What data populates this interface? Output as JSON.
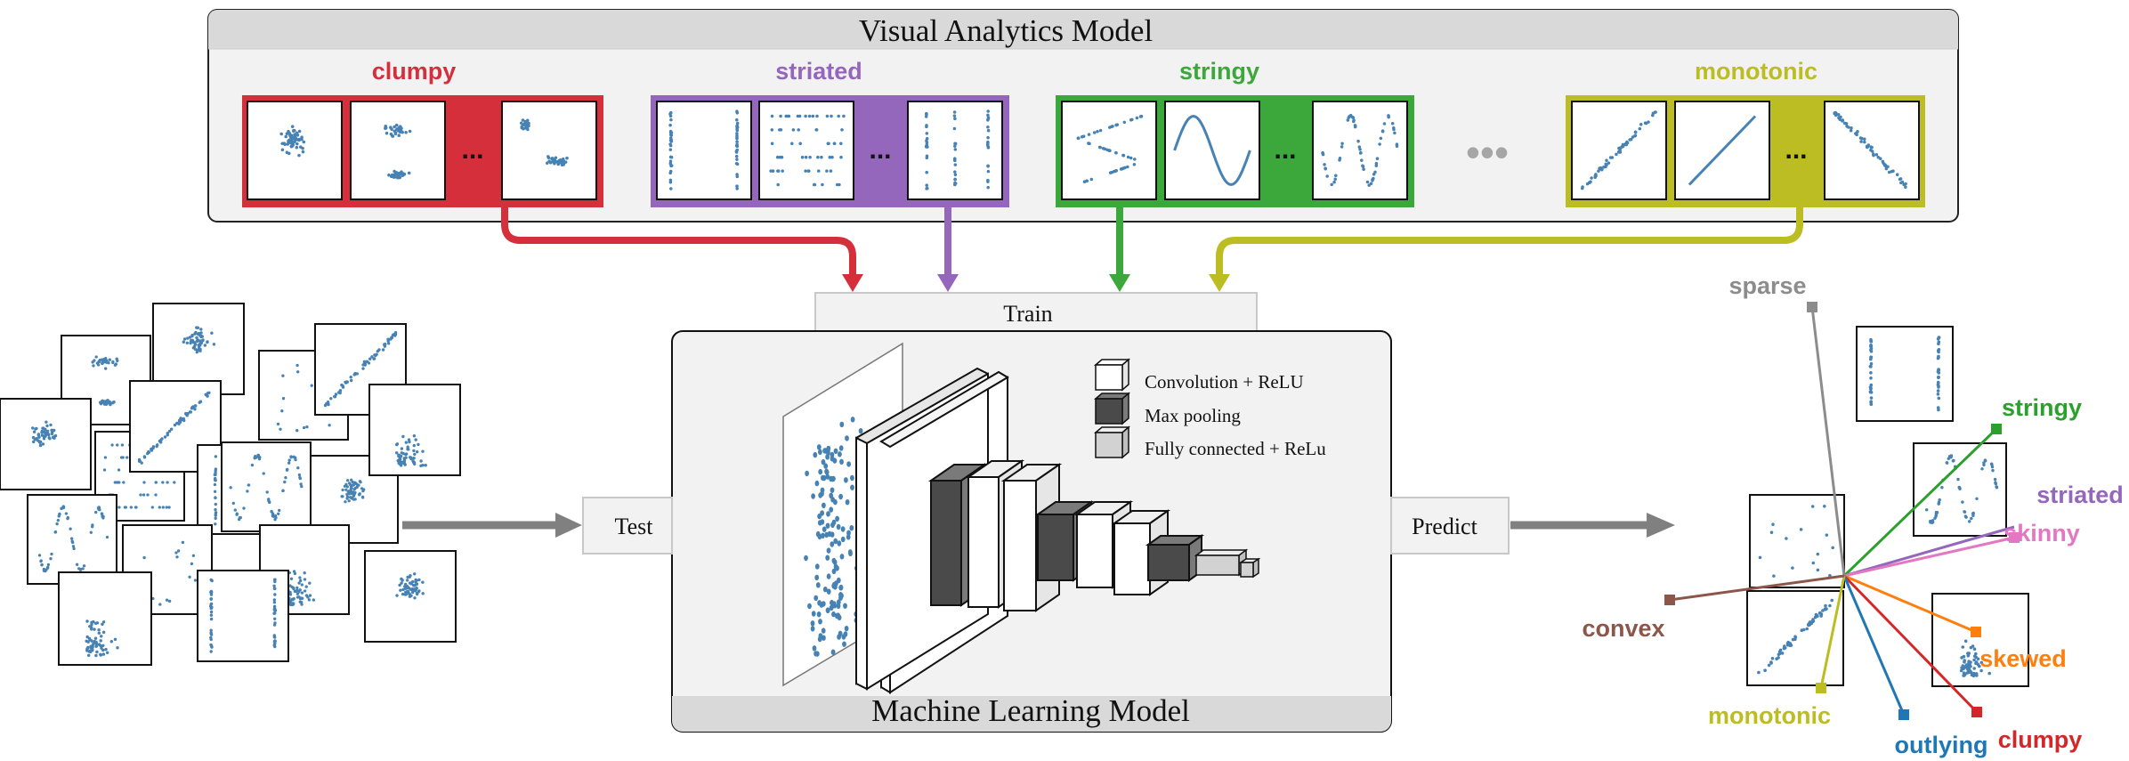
{
  "visual_analytics": {
    "title": "Visual Analytics Model",
    "groups": [
      {
        "label": "clumpy",
        "color": "#d62f3c"
      },
      {
        "label": "striated",
        "color": "#9467bd"
      },
      {
        "label": "stringy",
        "color": "#3ca73a"
      },
      {
        "label": "monotonic",
        "color": "#bcbd22"
      }
    ],
    "ellipsis": "...",
    "more_dots": "•••"
  },
  "ml": {
    "title": "Machine Learning Model",
    "train_label": "Train",
    "test_label": "Test",
    "predict_label": "Predict",
    "legend": [
      {
        "label": "Convolution + ReLU",
        "fill": "#ffffff"
      },
      {
        "label": "Max pooling",
        "fill": "#4a4a4a"
      },
      {
        "label": "Fully connected + ReLu",
        "fill": "#d2d2d2"
      }
    ]
  },
  "prediction": {
    "labels": [
      {
        "text": "sparse",
        "color": "#8c8c8c"
      },
      {
        "text": "stringy",
        "color": "#2ca02c"
      },
      {
        "text": "striated",
        "color": "#9467bd"
      },
      {
        "text": "skinny",
        "color": "#e377c2"
      },
      {
        "text": "skewed",
        "color": "#ff7f0e"
      },
      {
        "text": "clumpy",
        "color": "#d62728"
      },
      {
        "text": "outlying",
        "color": "#1f77b4"
      },
      {
        "text": "monotonic",
        "color": "#bcbd22"
      },
      {
        "text": "convex",
        "color": "#8c564b"
      }
    ]
  },
  "colors": {
    "point": "#4682b4",
    "panel_fill": "#f2f2f2",
    "header_fill": "#d9d9d9",
    "arrow_gray": "#808080"
  }
}
